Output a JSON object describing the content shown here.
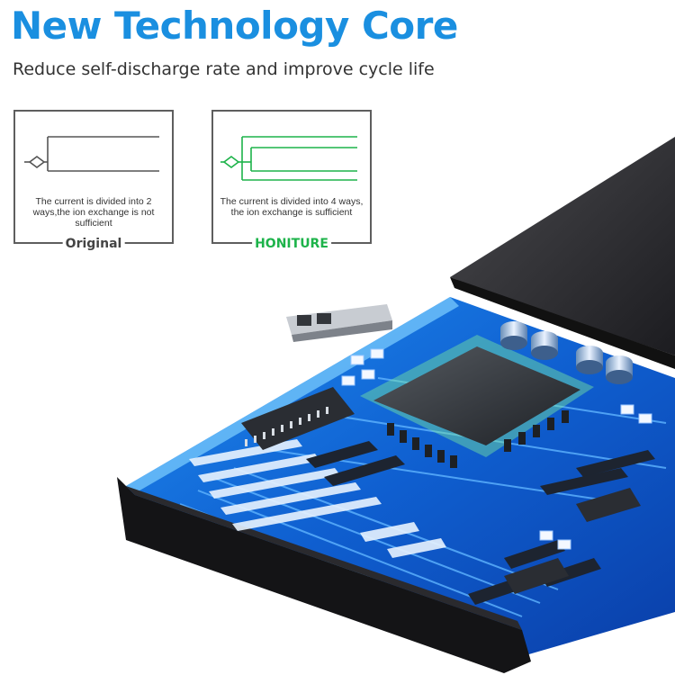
{
  "header": {
    "title": "New Technology Core",
    "subtitle": "Reduce self-discharge rate and improve cycle life"
  },
  "comparison": {
    "original": {
      "description": "The current is divided into 2 ways,the ion exchange is not sufficient",
      "label": "Original",
      "color": "#555555"
    },
    "honiture": {
      "description": "The current is divided into 4 ways, the ion exchange is sufficient",
      "label": "HONITURE",
      "color": "#1db34a"
    }
  },
  "colors": {
    "title": "#1a8fe0",
    "circuit": "#1565d8",
    "glow": "#7fd0ff"
  }
}
